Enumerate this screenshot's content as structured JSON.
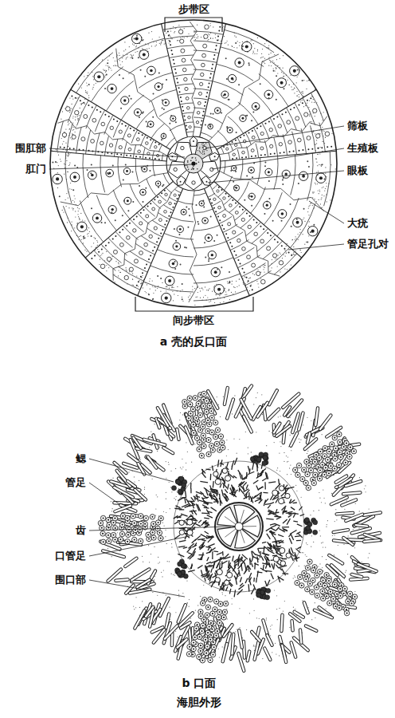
{
  "diagram": {
    "caption": "海胆外形",
    "labels": [
      "步带区",
      "筛板",
      "围肛部",
      "生殖板",
      "肛门",
      "眼板",
      "大疣",
      "管足孔对",
      "间步带区",
      "a 壳的反口面",
      "鳃",
      "管足",
      "齿",
      "口管足",
      "围口部",
      "b 口面"
    ]
  }
}
